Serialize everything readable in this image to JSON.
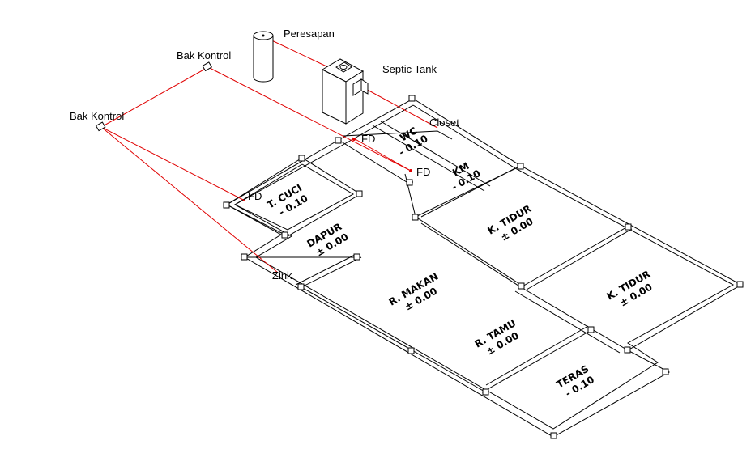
{
  "labels": {
    "peresapan": "Peresapan",
    "bak_kontrol_1": "Bak Kontrol",
    "bak_kontrol_2": "Bak Kontrol",
    "septic_tank": "Septic Tank",
    "closet": "Closet",
    "fd_1": "FD",
    "fd_2": "FD",
    "fd_3": "FD",
    "zink": "Zink"
  },
  "rooms": {
    "wc": {
      "name": "WC",
      "level": "- 0.10"
    },
    "km": {
      "name": "KM",
      "level": "- 0.10"
    },
    "t_cuci": {
      "name": "T. CUCI",
      "level": "- 0.10"
    },
    "dapur": {
      "name": "DAPUR",
      "level": "± 0.00"
    },
    "k_tidur_1": {
      "name": "K. TIDUR",
      "level": "± 0.00"
    },
    "k_tidur_2": {
      "name": "K. TIDUR",
      "level": "± 0.00"
    },
    "r_makan": {
      "name": "R. MAKAN",
      "level": "± 0.00"
    },
    "r_tamu": {
      "name": "R. TAMU",
      "level": "± 0.00"
    },
    "teras": {
      "name": "TERAS",
      "level": "- 0.10"
    }
  },
  "colors": {
    "walls": "#000000",
    "pipes": "#e00000",
    "background": "#ffffff"
  }
}
